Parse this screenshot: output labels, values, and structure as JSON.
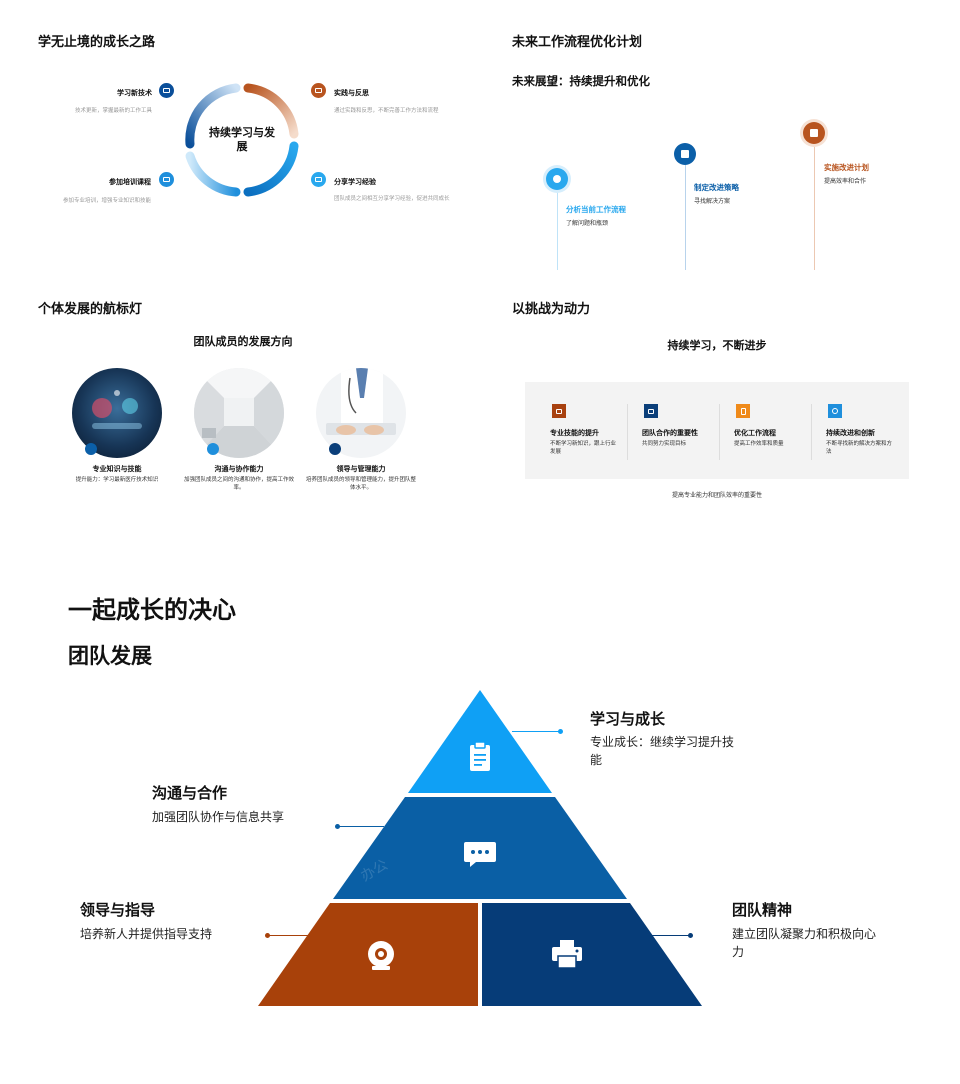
{
  "panel1": {
    "title": "学无止境的成长之路",
    "center_label": "持续学习与发展",
    "items": [
      {
        "title": "学习新技术",
        "desc": "技术更新，掌握最新的工作工具",
        "color": "#0b4f9a",
        "icon": "book-icon"
      },
      {
        "title": "实践与反思",
        "desc": "通过实践和反思，不断完善工作方法和流程",
        "color": "#b8541f",
        "icon": "reflect-icon"
      },
      {
        "title": "参加培训课程",
        "desc": "参加专业培训，增强专业知识和技能",
        "color": "#1f8fdc",
        "icon": "training-icon"
      },
      {
        "title": "分享学习经验",
        "desc": "团队成员之间相互分享学习经验，促进共同成长",
        "color": "#29a8ee",
        "icon": "share-icon"
      }
    ]
  },
  "panel2": {
    "title": "未来工作流程优化计划",
    "subtitle": "未来展望：持续提升和优化",
    "steps": [
      {
        "title": "分析当前工作流程",
        "desc": "了解问题和瓶颈",
        "color": "#29a8ee",
        "icon": "analyze-icon"
      },
      {
        "title": "制定改进策略",
        "desc": "寻找解决方案",
        "color": "#0b5fa8",
        "icon": "strategy-icon"
      },
      {
        "title": "实施改进计划",
        "desc": "提高效率和合作",
        "color": "#b8541f",
        "icon": "implement-icon"
      }
    ]
  },
  "panel3": {
    "title": "个体发展的航标灯",
    "subtitle": "团队成员的发展方向",
    "items": [
      {
        "title": "专业知识与技能",
        "desc": "提升能力：学习最新医疗技术知识",
        "dot_color": "#0b5fa8"
      },
      {
        "title": "沟通与协作能力",
        "desc": "加强团队成员之间的沟通和协作，提高工作效率。",
        "dot_color": "#1f8fdc"
      },
      {
        "title": "领导与管理能力",
        "desc": "培养团队成员的领导和管理能力，提升团队整体水平。",
        "dot_color": "#0b3f7a"
      }
    ]
  },
  "panel4": {
    "title": "以挑战为动力",
    "subtitle": "持续学习，不断进步",
    "footer": "提高专业能力和团队效率的重要性",
    "items": [
      {
        "title": "专业技能的提升",
        "desc": "不断学习新知识，跟上行业发展",
        "color": "#a8410f",
        "icon": "skill-icon"
      },
      {
        "title": "团队合作的重要性",
        "desc": "共同努力实现目标",
        "color": "#0b3f7a",
        "icon": "team-icon"
      },
      {
        "title": "优化工作流程",
        "desc": "提高工作效率和质量",
        "color": "#ef8a1a",
        "icon": "document-icon"
      },
      {
        "title": "持续改进和创新",
        "desc": "不断寻找新的解决方案和方法",
        "color": "#1f8fdc",
        "icon": "innovate-icon"
      }
    ]
  },
  "bottom": {
    "title": "一起成长的决心",
    "subtitle": "团队发展",
    "watermark": "办公",
    "levels": [
      {
        "title": "学习与成长",
        "desc": "专业成长：继续学习提升技能",
        "color": "#0fa0f5",
        "icon": "clipboard-icon"
      },
      {
        "title": "沟通与合作",
        "desc": "加强团队协作与信息共享",
        "color": "#0a5fa5",
        "icon": "chat-icon"
      },
      {
        "title": "领导与指导",
        "desc": "培养新人并提供指导支持",
        "color": "#a8410a",
        "icon": "webcam-icon"
      },
      {
        "title": "团队精神",
        "desc": "建立团队凝聚力和积极向心力",
        "color": "#063c78",
        "icon": "printer-icon"
      }
    ]
  }
}
